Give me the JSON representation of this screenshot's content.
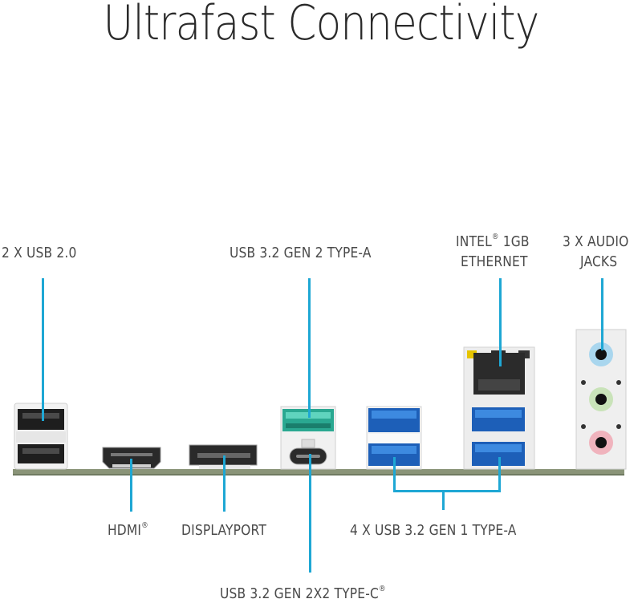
{
  "title": "Ultrafast Connectivity",
  "accent_color": "#1ea7d4",
  "labels": {
    "usb20": "2 X USB 2.0",
    "usb32gen2": "USB 3.2 GEN 2 TYPE-A",
    "ethernet_line1": "INTEL",
    "ethernet_reg": "®",
    "ethernet_line1b": " 1GB",
    "ethernet_line2": "ETHERNET",
    "audio_line1": "3 X AUDIO",
    "audio_line2": "JACKS",
    "hdmi": "HDMI",
    "hdmi_reg": "®",
    "displayport": "DISPLAYPORT",
    "usb32gen1": "4 X USB 3.2 GEN 1 TYPE-A",
    "usbc": "USB 3.2 GEN 2X2 TYPE-C",
    "usbc_reg": "®"
  },
  "ports": [
    {
      "name": "usb-2-0-stack",
      "color": "#222222"
    },
    {
      "name": "hdmi-port",
      "color": "#2a2a2a"
    },
    {
      "name": "displayport-port",
      "color": "#2a2a2a"
    },
    {
      "name": "usb-gen2-type-a",
      "color": "#2aa891"
    },
    {
      "name": "usb-type-c",
      "color": "#e8e8e8"
    },
    {
      "name": "usb-gen1-stack-left",
      "color": "#1d5fb8"
    },
    {
      "name": "ethernet-usb-stack",
      "color": "#1d5fb8"
    },
    {
      "name": "audio-jacks",
      "colors": [
        "#a9d6ee",
        "#c9e3b9",
        "#f0b3bd"
      ]
    }
  ]
}
